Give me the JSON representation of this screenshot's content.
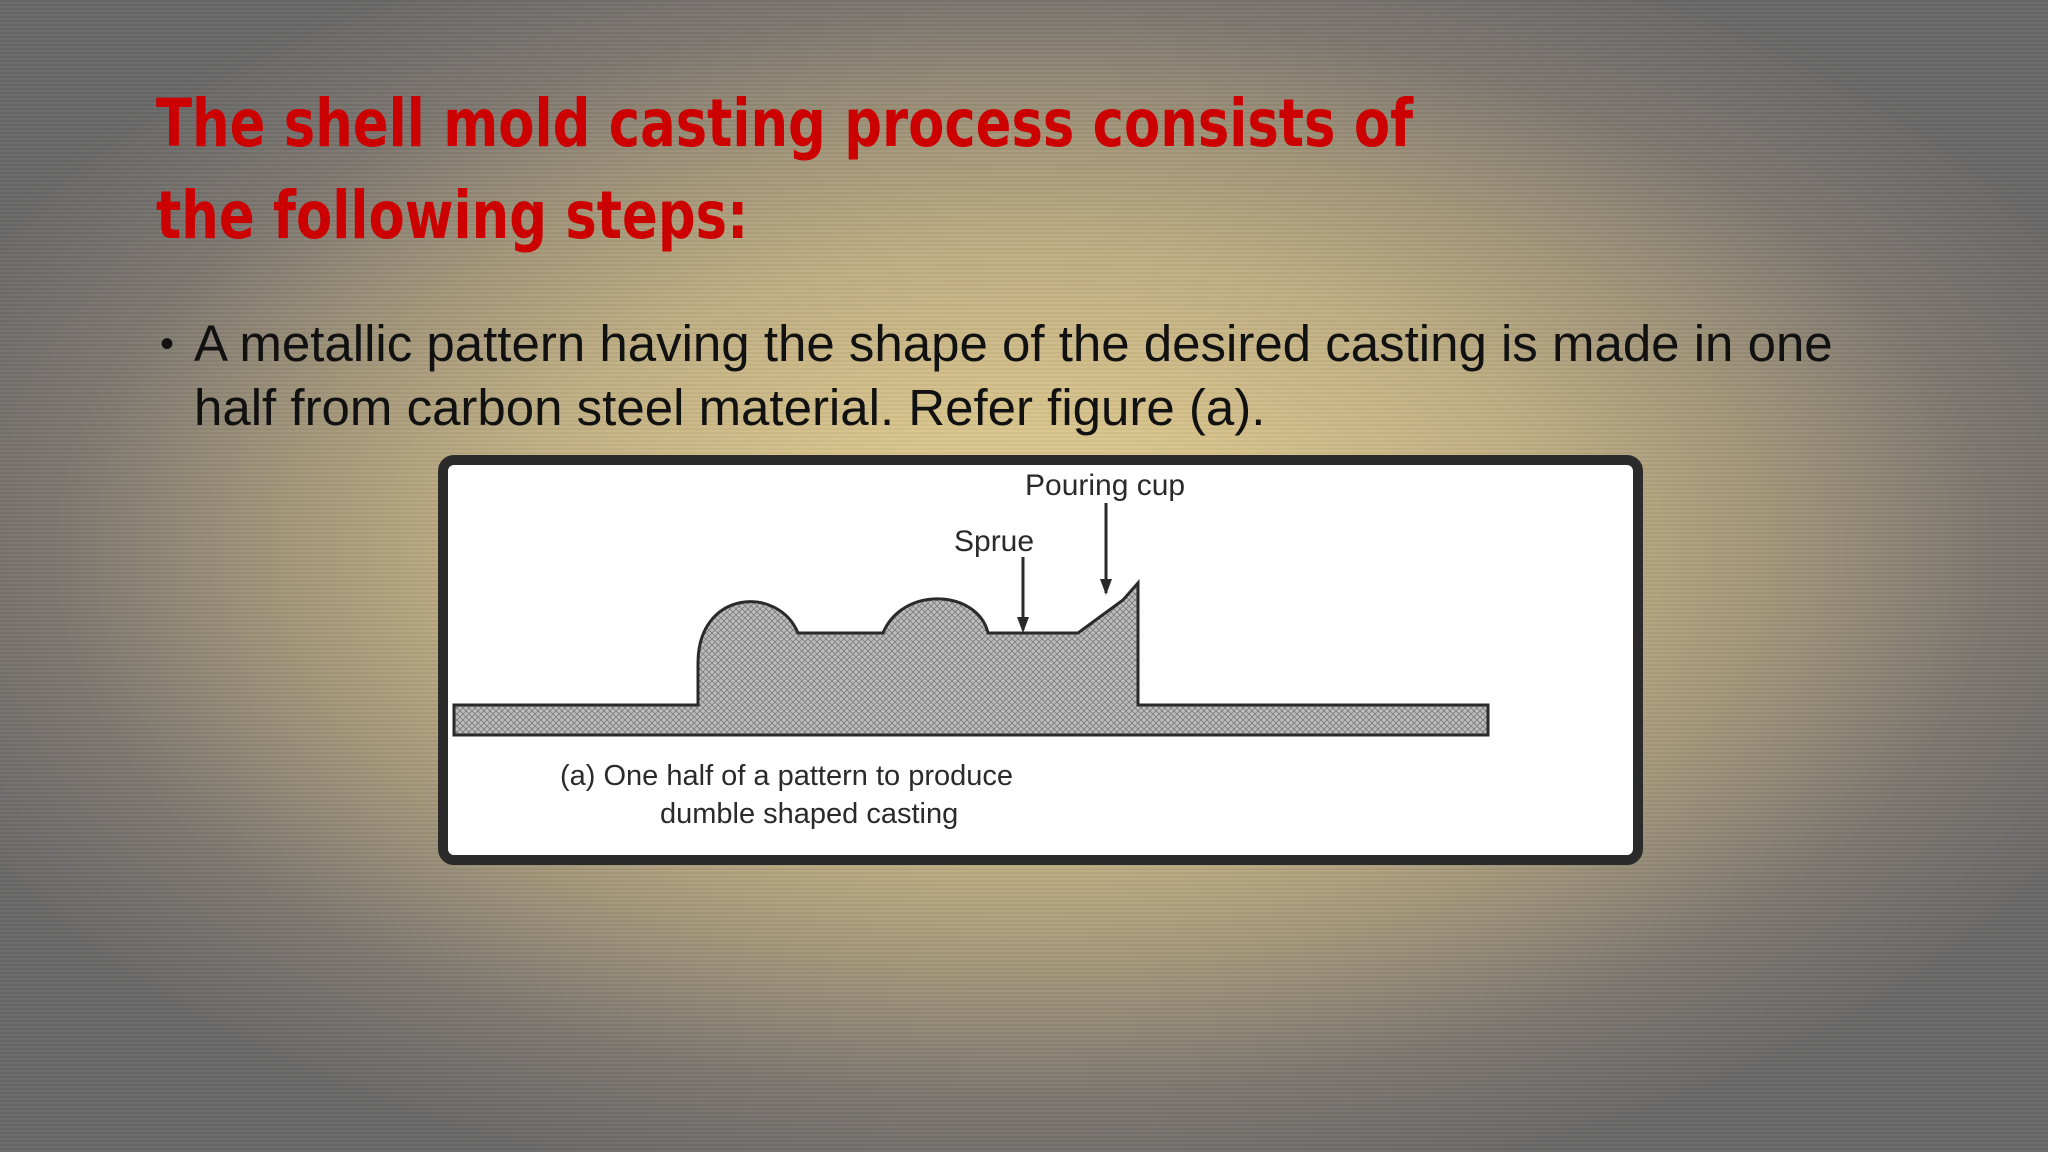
{
  "slide": {
    "title": "The shell mold casting process consists of the following steps:",
    "bullets": [
      "A metallic pattern having the shape of the desired casting is made in one half from carbon steel material. Refer figure (a)."
    ],
    "bullet_symbol": "•"
  },
  "figure": {
    "labels": {
      "pouring_cup": "Pouring cup",
      "sprue": "Sprue"
    },
    "caption_line1": "(a) One half of a pattern to produce",
    "caption_line2": "dumble shaped casting"
  },
  "colors": {
    "title": "#cc0000",
    "body_text": "#111111",
    "frame": "#2b2b2b"
  }
}
